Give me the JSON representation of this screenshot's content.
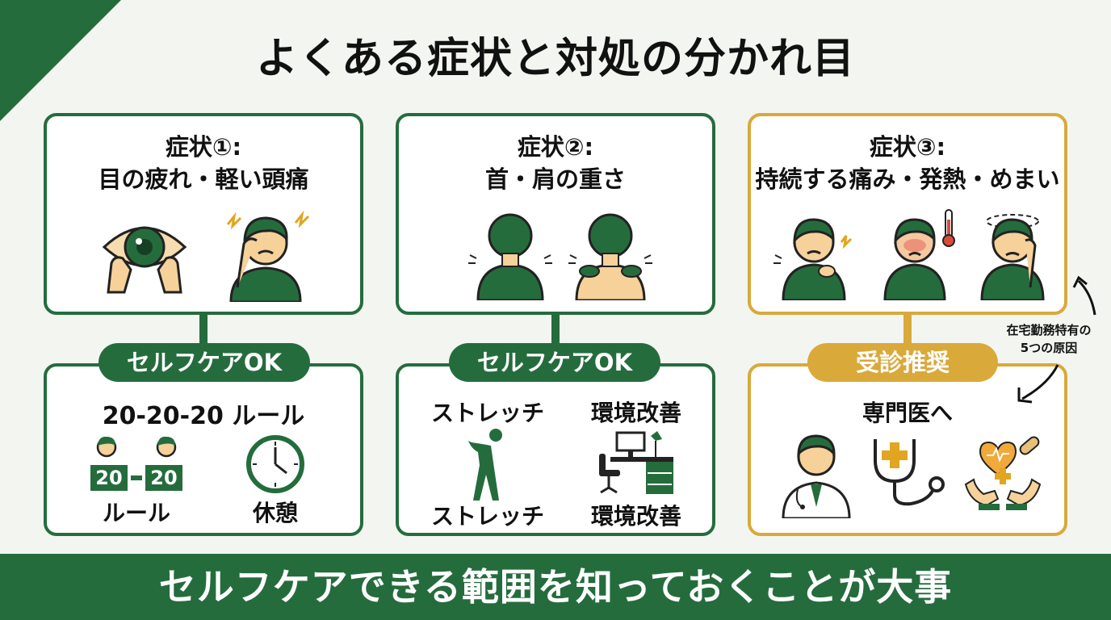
{
  "title": "よくある症状と対処の分かれ目",
  "colors": {
    "green": "#256c3d",
    "gold": "#d9a93a",
    "background": "#f3f5f1"
  },
  "columns": [
    {
      "symptom_label": "症状①:",
      "symptom_text": "目の疲れ・軽い頭痛",
      "badge": "セルフケアOK",
      "care_title": "20-20-20 ルール",
      "rule_number_left": "20",
      "rule_number_right": "20",
      "care_items": [
        "ルール",
        "休憩"
      ],
      "icons": [
        "eye-hands-icon",
        "headache-person-icon",
        "rule-people-icon",
        "clock-icon"
      ]
    },
    {
      "symptom_label": "症状②:",
      "symptom_text": "首・肩の重さ",
      "badge": "セルフケアOK",
      "care_headers": [
        "ストレッチ",
        "環境改善"
      ],
      "care_items": [
        "ストレッチ",
        "環境改善"
      ],
      "icons": [
        "neck-pain-person-icon",
        "shoulder-massage-icon",
        "stretching-person-icon",
        "desk-workspace-icon"
      ]
    },
    {
      "symptom_label": "症状③:",
      "symptom_text": "持続する痛み・発熱・めまい",
      "badge": "受診推奨",
      "care_title": "専門医へ",
      "icons": [
        "shoulder-pain-person-icon",
        "fever-person-icon",
        "thermometer-icon",
        "dizzy-person-icon",
        "doctor-icon",
        "stethoscope-icon",
        "health-care-hands-icon"
      ]
    }
  ],
  "side_note": {
    "line1": "在宅勤務特有の",
    "line2": "5つの原因"
  },
  "footer": "セルフケアできる範囲を知っておくことが大事"
}
